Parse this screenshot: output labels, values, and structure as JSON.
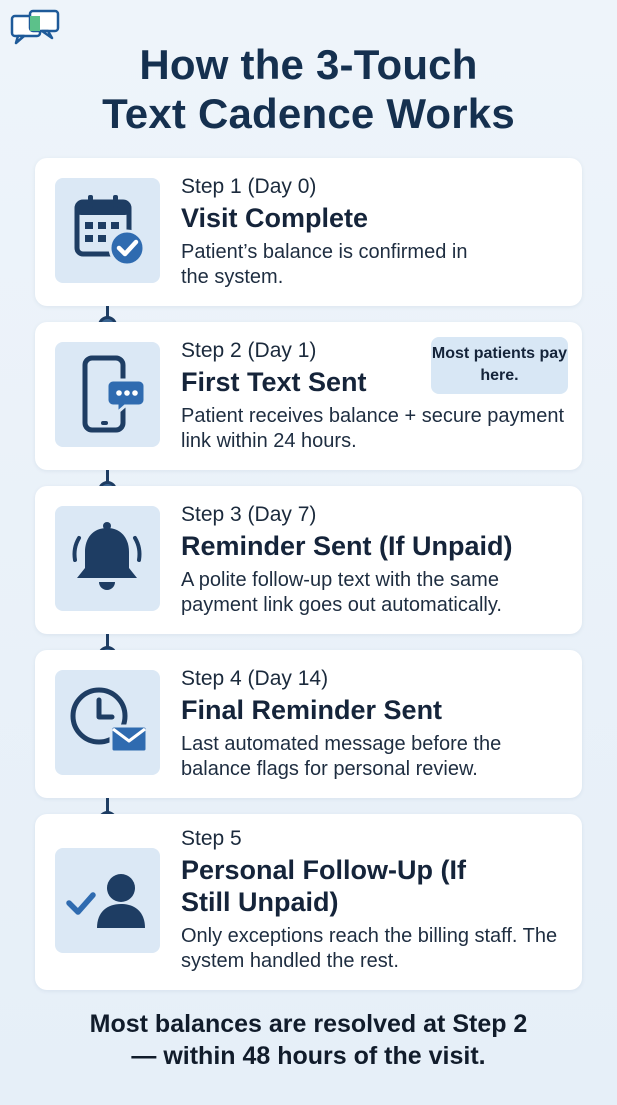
{
  "title": {
    "line1": "How the 3-Touch",
    "line2": "Text Cadence Works"
  },
  "steps": [
    {
      "label": "Step 1 (Day 0)",
      "title": "Visit Complete",
      "desc": "Patient’s balance is confirmed in the system.",
      "icon": "calendar-check-icon"
    },
    {
      "label": "Step 2 (Day 1)",
      "title": "First Text Sent",
      "desc": "Patient receives balance + secure payment link within 24 hours.",
      "icon": "phone-chat-icon",
      "badge": "Most patients pay here."
    },
    {
      "label": "Step 3 (Day 7)",
      "title": "Reminder Sent (If Unpaid)",
      "desc": "A polite follow-up text with the same payment link goes out automatically.",
      "icon": "bell-icon"
    },
    {
      "label": "Step 4 (Day 14)",
      "title": "Final Reminder Sent",
      "desc": "Last automated message before the balance flags for personal review.",
      "icon": "clock-mail-icon"
    },
    {
      "label": "Step 5",
      "title": "Personal Follow-Up (If Still Unpaid)",
      "desc": "Only exceptions reach the billing staff. The system handled the rest.",
      "icon": "user-check-icon"
    }
  ],
  "footer": {
    "line1": "Most balances are resolved at Step 2",
    "line2": "— within 48 hours of the visit."
  },
  "colors": {
    "navy": "#1e3d63",
    "accent": "#3d6896",
    "icon_bg": "#dbe8f5",
    "card": "#ffffff"
  }
}
